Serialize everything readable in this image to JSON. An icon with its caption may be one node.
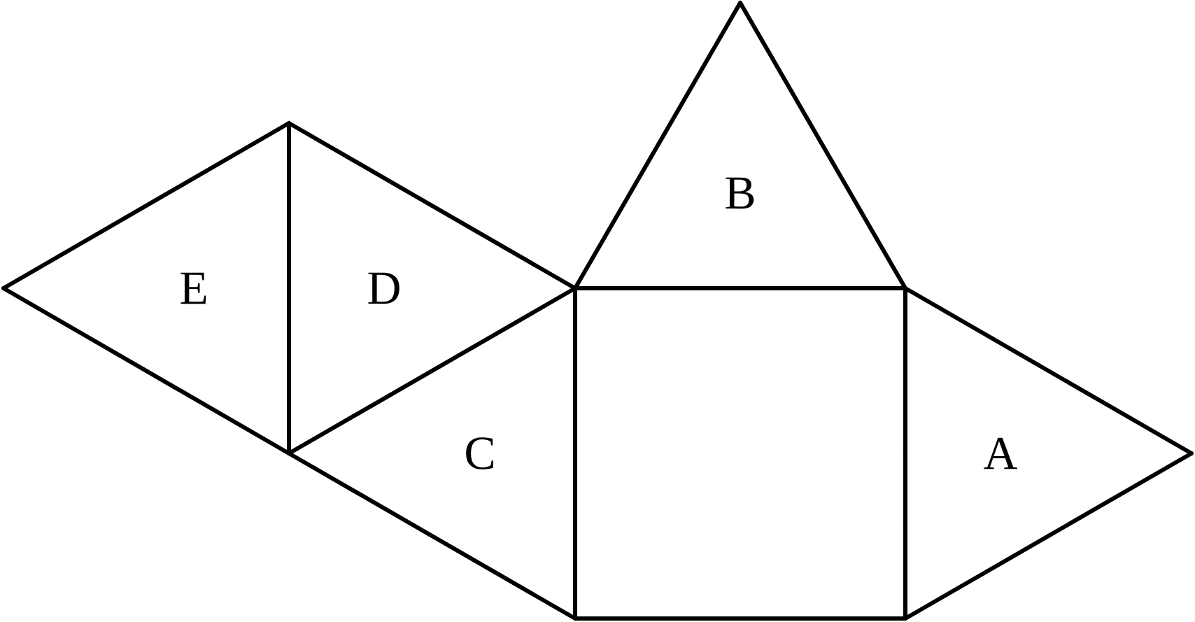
{
  "diagram": {
    "labels": [
      "B",
      "E",
      "D",
      "C",
      "A"
    ]
  }
}
